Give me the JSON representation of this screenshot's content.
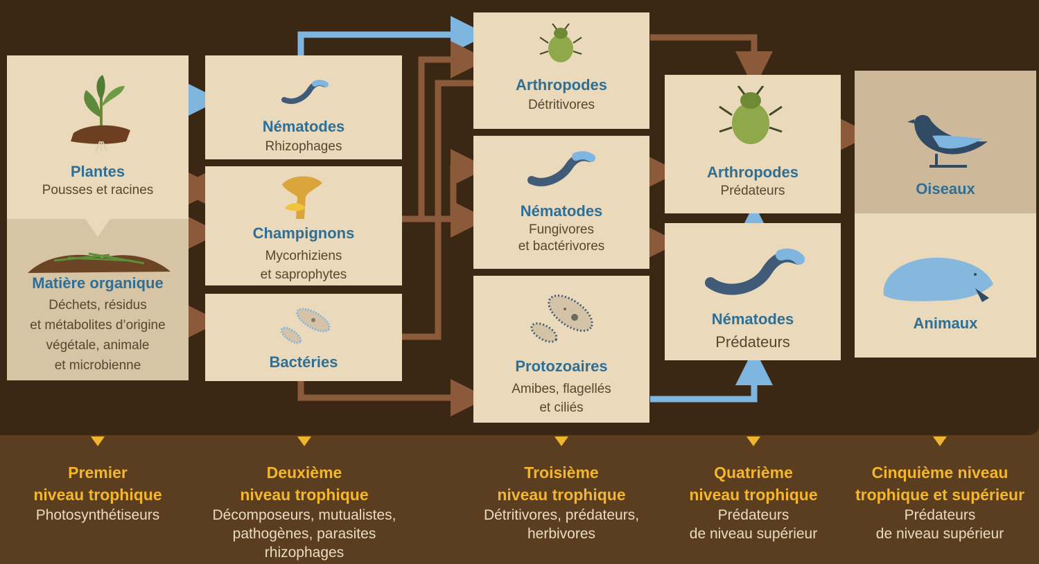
{
  "boxes": {
    "plantes": {
      "title": "Plantes",
      "sub": "Pousses et racines"
    },
    "matiere": {
      "title": "Matière organique",
      "sub": "Déchets, résidus\net métabolites d’origine\nvégétale, animale\net microbienne"
    },
    "nematodes_rhizo": {
      "title": "Nématodes",
      "sub": "Rhizophages"
    },
    "champignons": {
      "title": "Champignons",
      "sub": "Mycorhiziens\net saprophytes"
    },
    "bacteries": {
      "title": "Bactéries",
      "sub": ""
    },
    "arthropodes_detri": {
      "title": "Arthropodes",
      "sub": "Détritivores"
    },
    "nematodes_fungi": {
      "title": "Nématodes",
      "sub": "Fungivores\net bactérivores"
    },
    "protozoaires": {
      "title": "Protozoaires",
      "sub": "Amibes, flagellés\net ciliés"
    },
    "arthropodes_pred": {
      "title": "Arthropodes",
      "sub": "Prédateurs"
    },
    "nematodes_pred": {
      "title": "Nématodes",
      "sub": "Prédateurs"
    },
    "oiseaux": {
      "title": "Oiseaux"
    },
    "animaux": {
      "title": "Animaux"
    }
  },
  "levels": [
    {
      "title": "Premier\nniveau trophique",
      "sub": "Photosynthétiseurs"
    },
    {
      "title": "Deuxième\nniveau trophique",
      "sub": "Décomposeurs, mutualistes,\npathogènes, parasites\nrhizophages"
    },
    {
      "title": "Troisième\nniveau trophique",
      "sub": "Détritivores, prédateurs,\nherbivores"
    },
    {
      "title": "Quatrième\nniveau trophique",
      "sub": "Prédateurs\nde niveau supérieur"
    },
    {
      "title": "Cinquième niveau\ntrophique et supérieur",
      "sub": "Prédateurs\nde niveau supérieur"
    }
  ],
  "colors": {
    "background": "#3b2814",
    "footer": "#5b3d20",
    "box": "#ead9bb",
    "title_blue": "#2f6f95",
    "level_gold": "#f4b62c",
    "arrow_brown": "#8a5a3b",
    "arrow_blue": "#7fb6e0"
  },
  "icons": [
    "plant-icon",
    "organic-matter-icon",
    "nematode-icon",
    "mushroom-icon",
    "bacteria-icon",
    "beetle-icon",
    "protozoa-icon",
    "bird-icon",
    "mole-icon"
  ]
}
